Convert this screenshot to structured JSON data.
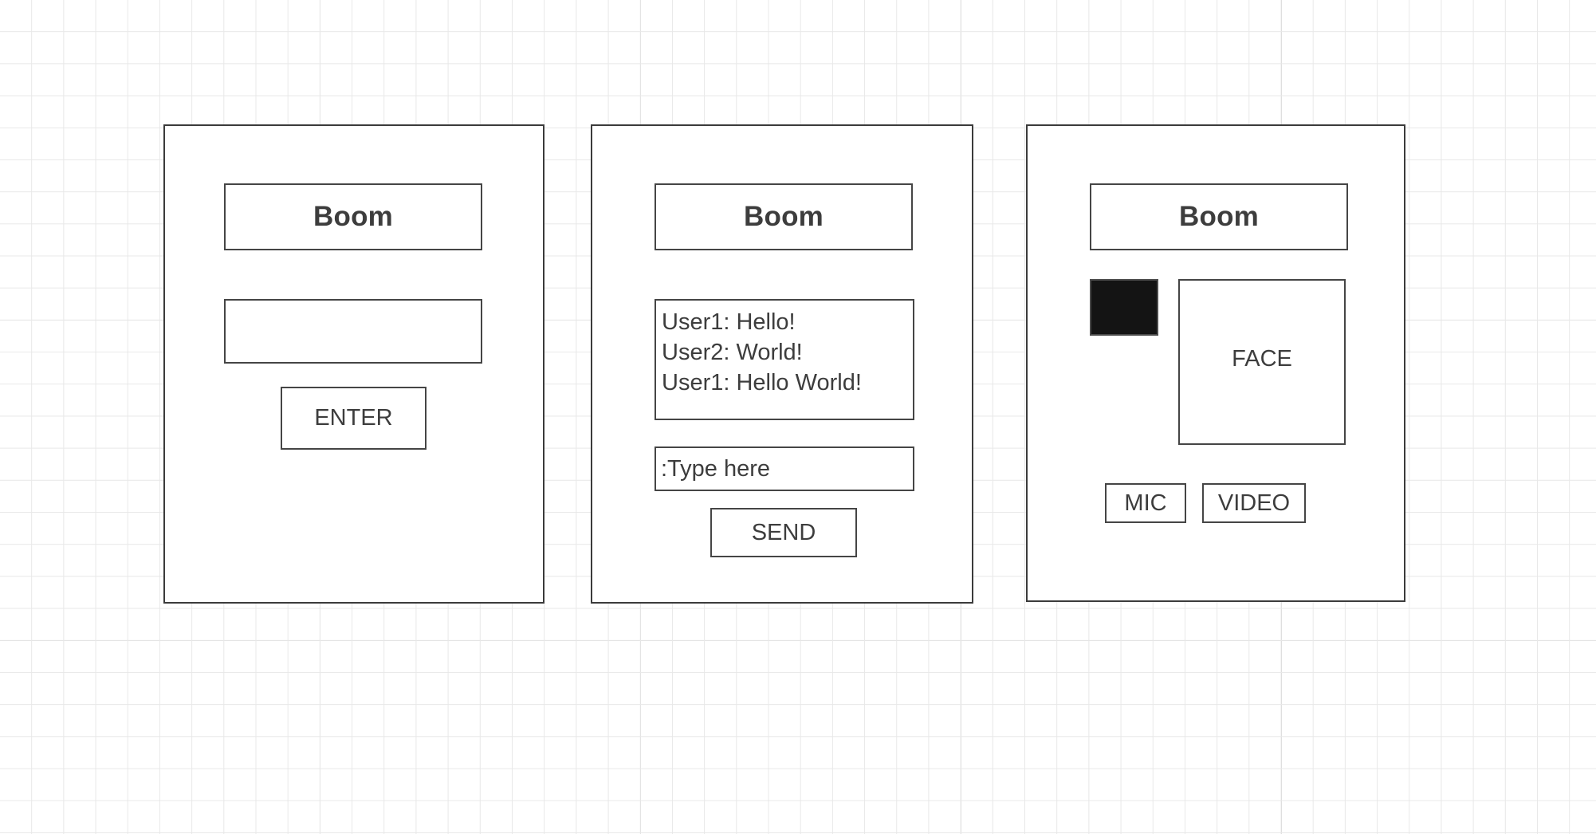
{
  "canvas": {
    "background_color": "#ffffff",
    "grid_color": "#e8e8e8",
    "grid_major_color": "#d6d6d6",
    "stroke_color": "#3b3b3b"
  },
  "screens": [
    {
      "name": "login-screen",
      "title": "Boom",
      "username_field_value": "",
      "enter_button_label": "ENTER"
    },
    {
      "name": "chat-screen",
      "title": "Boom",
      "messages": [
        "User1: Hello!",
        "User2: World!",
        "User1: Hello World!"
      ],
      "message_input_value": ":Type here",
      "send_button_label": "SEND"
    },
    {
      "name": "video-call-screen",
      "title": "Boom",
      "self_view_label": "",
      "self_view_color": "#141414",
      "face_label": "FACE",
      "mic_button_label": "MIC",
      "video_button_label": "VIDEO"
    }
  ]
}
